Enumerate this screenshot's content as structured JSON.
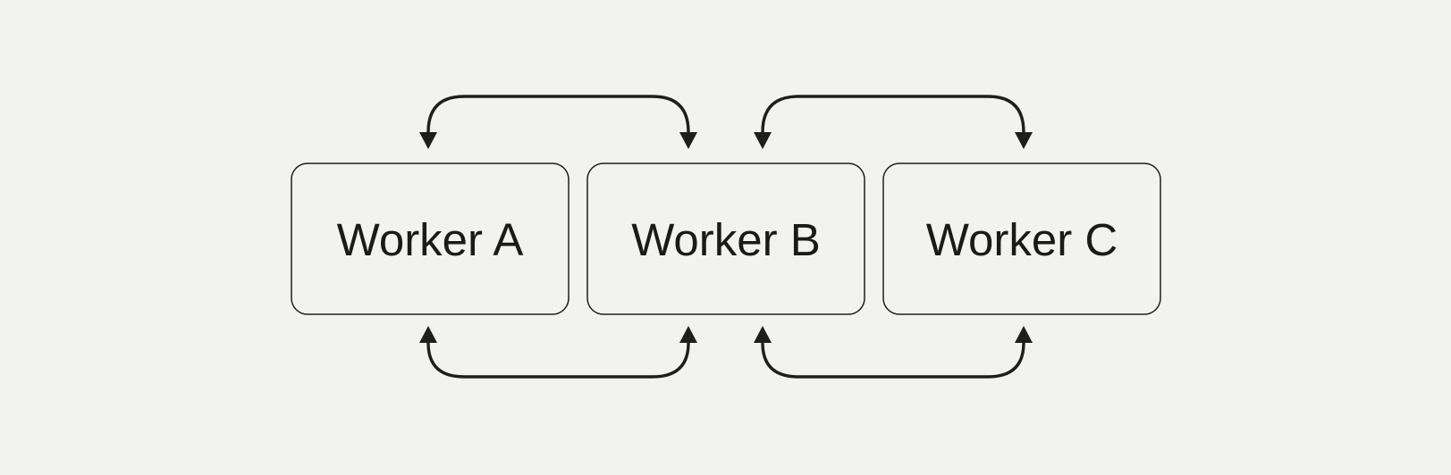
{
  "diagram": {
    "title": "worker-chain-diagram",
    "colors": {
      "background": "#f2f2f0",
      "node_fill": "#f2f2f0",
      "line": "#1e1e1e",
      "text": "#1a1a1a"
    },
    "nodes": [
      {
        "id": "worker-a",
        "label": "Worker A"
      },
      {
        "id": "worker-b",
        "label": "Worker B"
      },
      {
        "id": "worker-c",
        "label": "Worker C"
      }
    ],
    "edges": [
      {
        "from": "worker-a",
        "to": "worker-b",
        "position": "top",
        "style": "bidirectional-arrow"
      },
      {
        "from": "worker-b",
        "to": "worker-c",
        "position": "top",
        "style": "bidirectional-arrow"
      },
      {
        "from": "worker-a",
        "to": "worker-b",
        "position": "bottom",
        "style": "bidirectional-arrow"
      },
      {
        "from": "worker-b",
        "to": "worker-c",
        "position": "bottom",
        "style": "bidirectional-arrow"
      }
    ]
  }
}
